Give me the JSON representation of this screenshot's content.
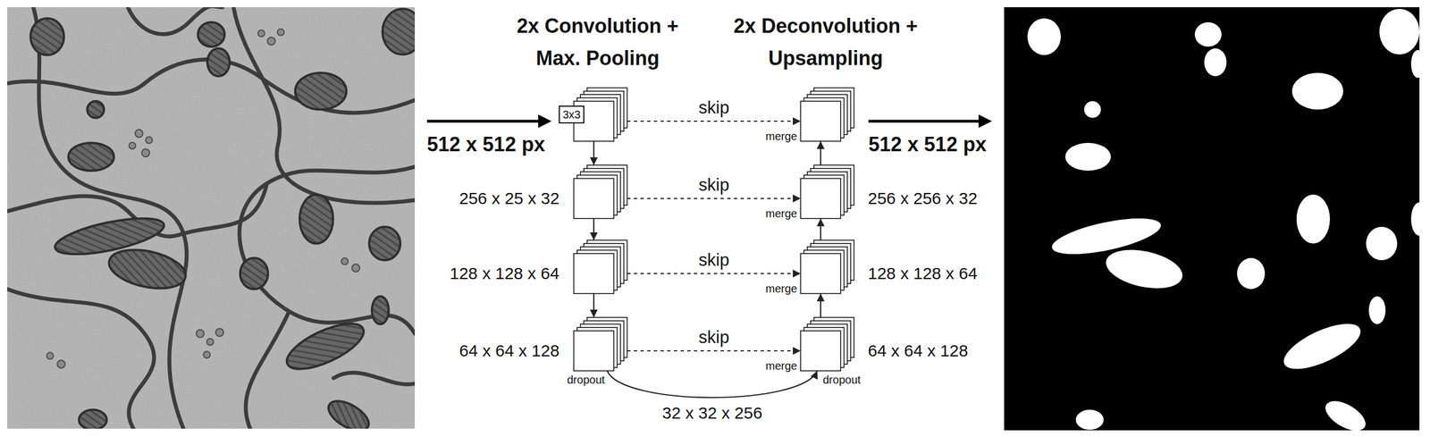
{
  "diagram": {
    "nodes": [
      {
        "text": [
          "3x3"
        ]
      },
      {
        "text": [
          "256 x 25 x 32"
        ]
      },
      {
        "text": [
          "128 x 128 x 64"
        ]
      },
      {
        "text": [
          "64 x 64 x 128",
          "dropout"
        ]
      },
      {
        "text": [
          "merge"
        ]
      },
      {
        "text": [
          "merge",
          "256 x 256 x 32"
        ]
      },
      {
        "text": [
          "merge",
          "128 x 128 x 64"
        ]
      },
      {
        "text": [
          "merge",
          "64 x 64 x 128",
          "dropout"
        ]
      }
    ],
    "edges": [
      {
        "from": 0,
        "to": 1,
        "arrow": "to"
      },
      {
        "from": 1,
        "to": 2,
        "arrow": "to"
      },
      {
        "from": 2,
        "to": 3,
        "arrow": "to"
      },
      {
        "from": 0,
        "to": 4,
        "label": "skip",
        "arrow": "to"
      },
      {
        "from": 1,
        "to": 5,
        "label": "skip",
        "arrow": "to"
      },
      {
        "from": 2,
        "to": 6,
        "label": "skip",
        "arrow": "to"
      },
      {
        "from": 3,
        "to": 7,
        "label": "skip",
        "arrow": "to"
      },
      {
        "from": 7,
        "to": 6,
        "arrow": "to"
      },
      {
        "from": 6,
        "to": 5,
        "arrow": "to"
      },
      {
        "from": 5,
        "to": 4,
        "arrow": "to"
      },
      {
        "from": 3,
        "to": 7,
        "label": "32 x 32 x 256",
        "arrow": "to"
      }
    ],
    "labels": [
      "2x Convolution + Max. Pooling",
      "2x Deconvolution + Upsampling",
      "512 x 512 px",
      "512 x 512 px"
    ]
  }
}
